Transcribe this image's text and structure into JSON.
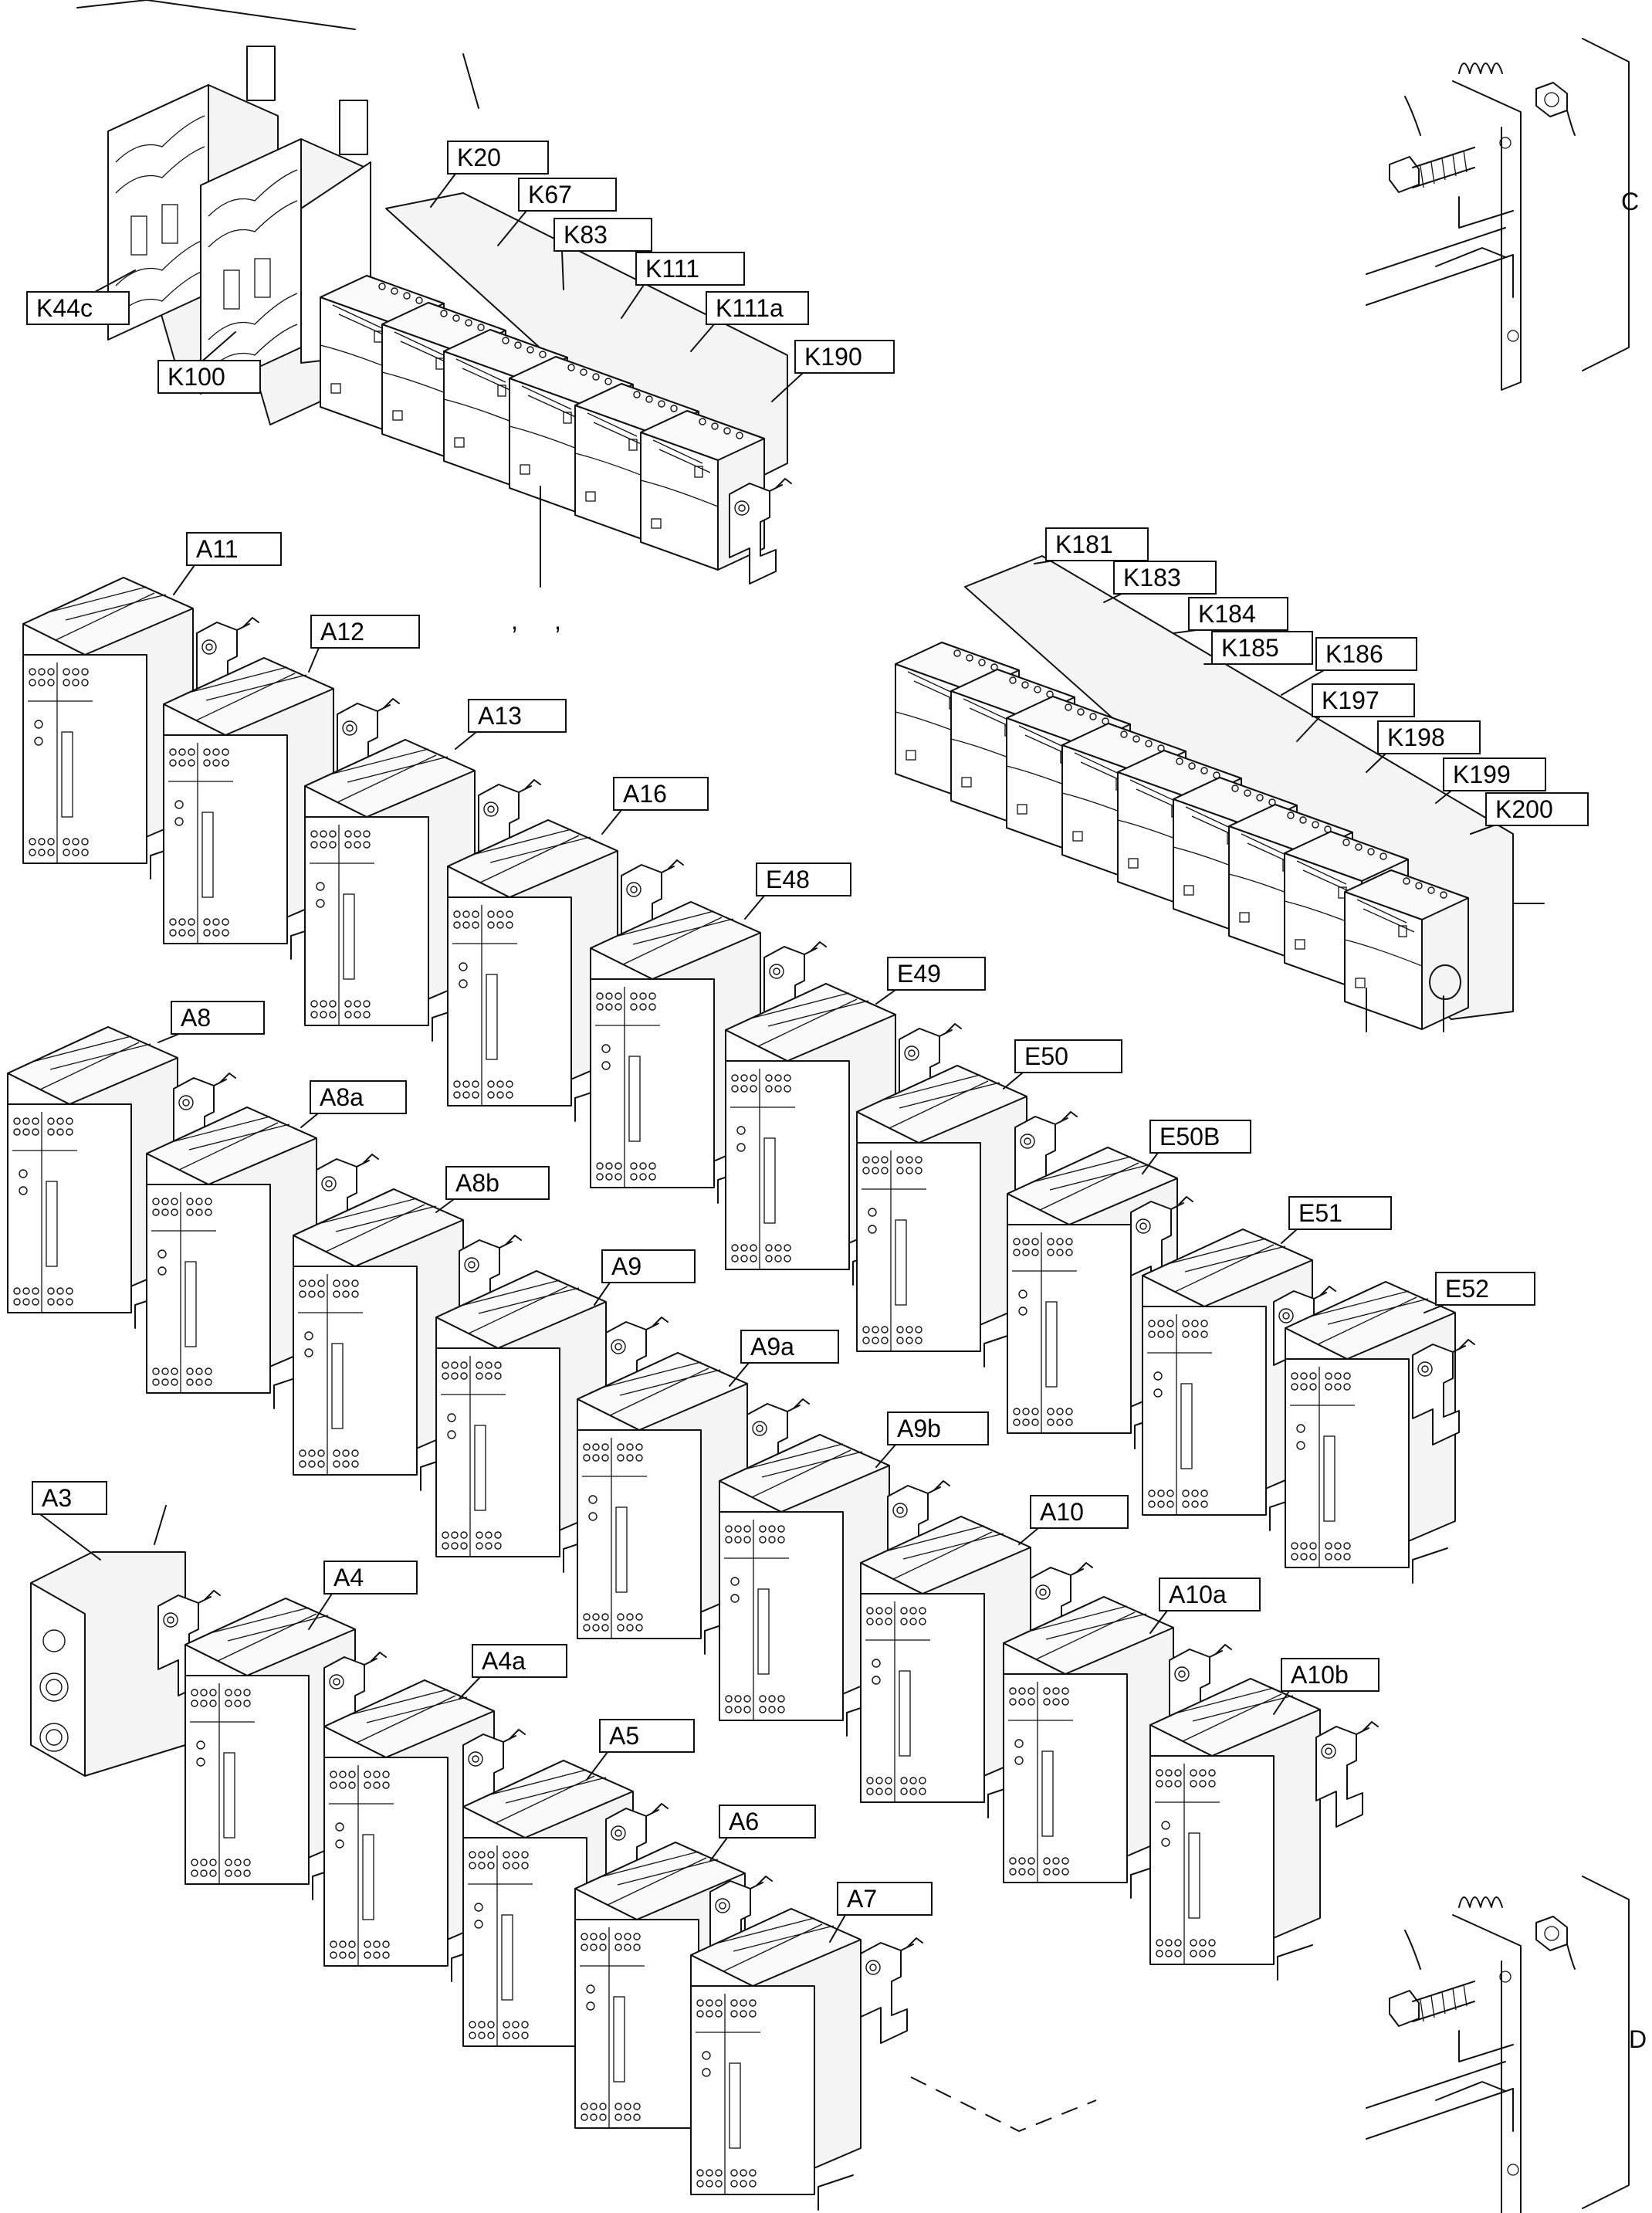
{
  "labels": {
    "K20": "K20",
    "K67": "K67",
    "K83": "K83",
    "K111": "K111",
    "K111a": "K111a",
    "K190": "K190",
    "K44c": "K44c",
    "K100": "K100",
    "K181": "K181",
    "K183": "K183",
    "K184": "K184",
    "K185": "K185",
    "K186": "K186",
    "K197": "K197",
    "K198": "K198",
    "K199": "K199",
    "K200": "K200",
    "A11": "A11",
    "A12": "A12",
    "A13": "A13",
    "A16": "A16",
    "E48": "E48",
    "E49": "E49",
    "E50": "E50",
    "E50B": "E50B",
    "E51": "E51",
    "E52": "E52",
    "A8": "A8",
    "A8a": "A8a",
    "A8b": "A8b",
    "A9": "A9",
    "A9a": "A9a",
    "A9b": "A9b",
    "A10": "A10",
    "A10a": "A10a",
    "A10b": "A10b",
    "A3": "A3",
    "A4": "A4",
    "A4a": "A4a",
    "A5": "A5",
    "A6": "A6",
    "A7": "A7"
  },
  "detail_letters": {
    "C": "C",
    "D": "D"
  },
  "marks": {
    "comma1": ",",
    "comma2": ","
  }
}
